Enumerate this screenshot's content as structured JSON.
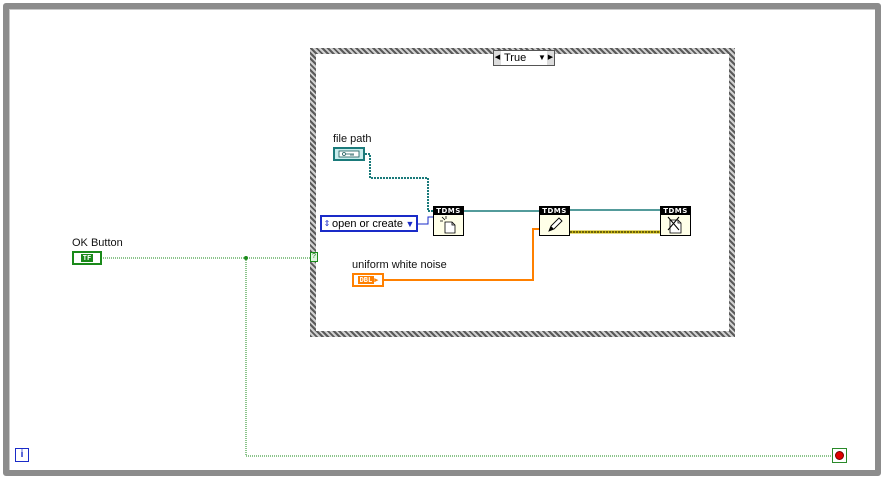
{
  "case_structure": {
    "selector_value": "True"
  },
  "controls": {
    "ok_button": {
      "label": "OK Button",
      "terminal_text": "TF"
    },
    "file_path": {
      "label": "file path"
    },
    "open_mode": {
      "value": "open or create"
    },
    "noise": {
      "label": "uniform white noise",
      "terminal_text": "DBL"
    }
  },
  "nodes": {
    "open": {
      "header": "TDMS"
    },
    "write": {
      "header": "TDMS"
    },
    "close": {
      "header": "TDMS"
    }
  },
  "loop": {
    "iteration_label": "i",
    "selector_terminal": "?"
  },
  "colors": {
    "boolean_wire": "#1a8a1a",
    "path_wire": "#1a7a7a",
    "refnum_wire": "#1a7a7a",
    "enum_wire": "#1a2bc8",
    "dbl_wire": "#ff8000",
    "error_wire": "#c8b400"
  }
}
